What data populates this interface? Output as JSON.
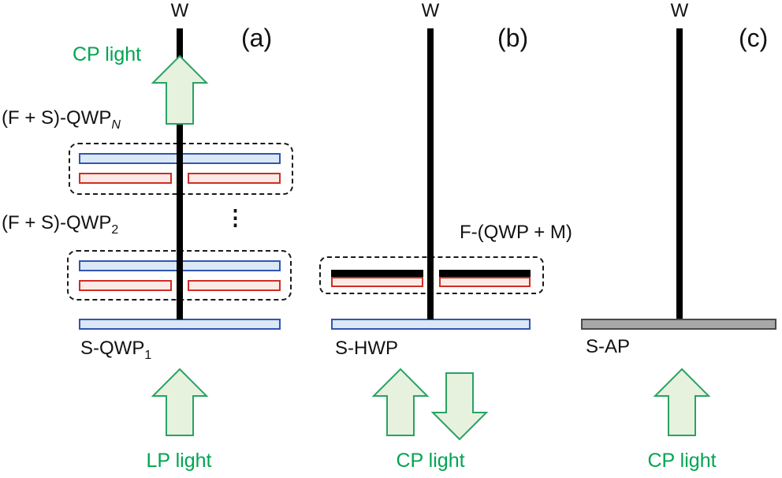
{
  "figure": {
    "colors": {
      "blue_bar_fill": "#dbe8f6",
      "blue_bar_border": "#3355b0",
      "red_bar_fill": "#fbeae6",
      "red_bar_border": "#cf2e24",
      "gray_bar_fill": "#a8a8a8",
      "gray_bar_border": "#4a4a4a",
      "black_line": "#000000",
      "arrow_fill": "#e6f1de",
      "arrow_border": "#2aa263",
      "light_text_green": "#00a551"
    },
    "panel_a": {
      "label": "(a)",
      "waveguide_label": "W",
      "output_light_label": "CP light",
      "qwp_n_label": {
        "text": "(F + S)-QWP",
        "sub": "N"
      },
      "qwp_2_label": {
        "text": "(F + S)-QWP",
        "sub": "2"
      },
      "ellipsis": "⋮",
      "substrate_label": {
        "text": "S-QWP",
        "sub": "1"
      },
      "input_light_label": "LP light"
    },
    "panel_b": {
      "label": "(b)",
      "waveguide_label": "W",
      "film_label": "F-(QWP + M)",
      "substrate_label": "S-HWP",
      "input_light_label": "CP light"
    },
    "panel_c": {
      "label": "(c)",
      "waveguide_label": "W",
      "substrate_label": "S-AP",
      "input_light_label": "CP light"
    }
  }
}
